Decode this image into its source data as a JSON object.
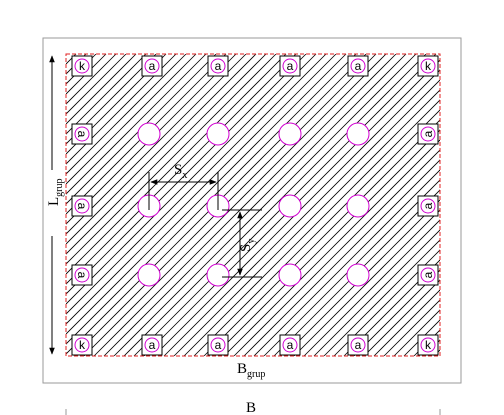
{
  "diagram": {
    "title": "",
    "colors": {
      "frame": "#9a9a9a",
      "plate_border": "#e02020",
      "hatch": "#000000",
      "pile": "#d000d0",
      "text": "#000000"
    },
    "pile_cap_labels": {
      "corner": "k",
      "edge": "a"
    },
    "interior_pile_grid": {
      "columns": 4,
      "rows": 3
    },
    "edge_pile_counts": {
      "top_edge": 6,
      "side_edge": 3
    },
    "dimensions": {
      "sx": {
        "main": "S",
        "sub": "x"
      },
      "sy": {
        "main": "S",
        "sub": "y"
      },
      "length": {
        "main": "L",
        "sub": "grup"
      },
      "width": {
        "main": "B",
        "sub": "grup"
      },
      "bottom": {
        "main": "B"
      }
    }
  }
}
